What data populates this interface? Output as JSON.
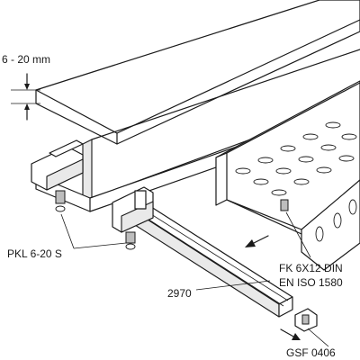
{
  "labels": {
    "flange_range": "6 - 20 mm",
    "clamp_part": "PKL 6-20 S",
    "rail_length": "2970",
    "bolt_spec_line1": "FK 6X12 DIN",
    "bolt_spec_line2": "EN ISO 1580",
    "connector_part": "GSF 0406"
  }
}
